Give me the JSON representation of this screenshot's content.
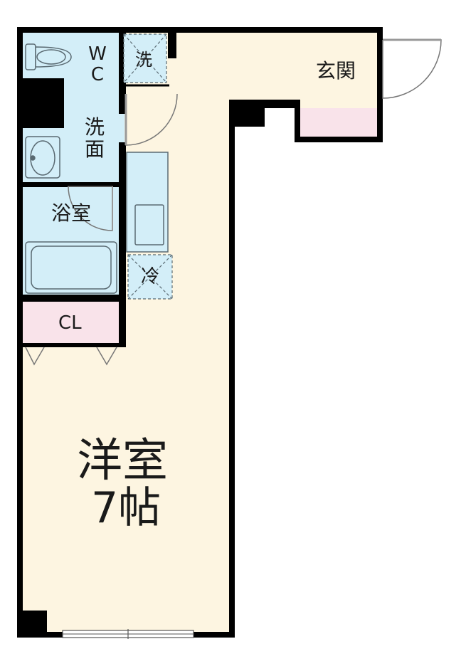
{
  "rooms": {
    "wc": {
      "label": "W C"
    },
    "washer": {
      "label": "洗"
    },
    "washroom": {
      "label": "洗面"
    },
    "bath": {
      "label": "浴室"
    },
    "fridge": {
      "label": "冷"
    },
    "closet": {
      "label": "CL"
    },
    "entrance": {
      "label": "玄関"
    },
    "western_room": {
      "label": "洋室",
      "size": "7帖"
    }
  },
  "colors": {
    "wall": "#000000",
    "floor_main": "#fdf5e1",
    "wet_area": "#d3eef8",
    "closet": "#f9e3ea",
    "entrance_step": "#f9e3ea",
    "fixture_line": "#5a6a72",
    "door_line": "#777777"
  }
}
